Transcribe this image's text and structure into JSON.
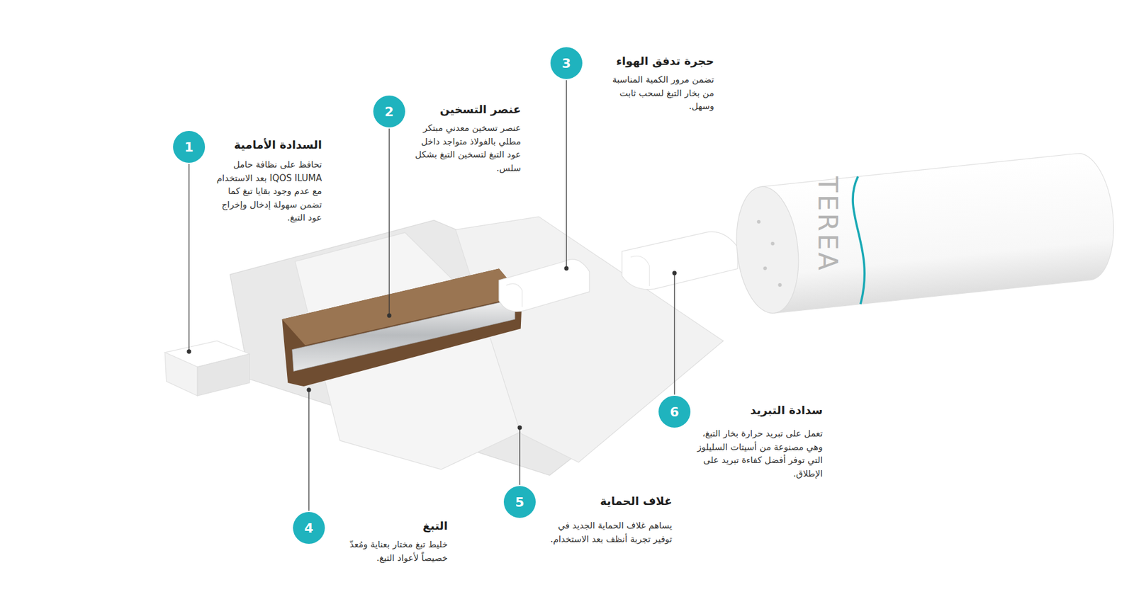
{
  "diagram": {
    "nodes": [
      {
        "text": [
          "1"
        ]
      },
      {
        "text": [
          "2"
        ]
      },
      {
        "text": [
          "3"
        ]
      },
      {
        "text": [
          "4"
        ]
      },
      {
        "text": [
          "5"
        ]
      },
      {
        "text": [
          "6"
        ]
      }
    ],
    "labels": [
      "السدادة الأمامية",
      "تحافظ على نظافة حامل IQOS ILUMA بعد الاستخدام مع عدم وجود بقايا تبغ كما تضمن سهولة إدخال وإخراج عود التبغ.",
      "عنصر التسخين",
      "عنصر تسخين معدني مبتكر مطلي بالفولاذ متواجد داخل عود التبغ لتسخين التبغ بشكل سلس.",
      "حجرة تدفق الهواء",
      "تضمن مرور الكمية المناسبة من بخار التبغ لسحب ثابت وسهل.",
      "التبغ",
      "خليط تبغ مختار بعناية ومُعدّ خصيصاً لأعواد التبغ.",
      "غلاف الحماية",
      "يساهم غلاف الحماية الجديد في توفير تجربة أنظف بعد الاستخدام.",
      "سدادة التبريد",
      "تعمل على تبريد حرارة بخار التبغ، وهي مصنوعة من أسيتات السليلوز التي توفر أفضل كفاءة تبريد على الإطلاق.",
      "TEREA"
    ]
  }
}
